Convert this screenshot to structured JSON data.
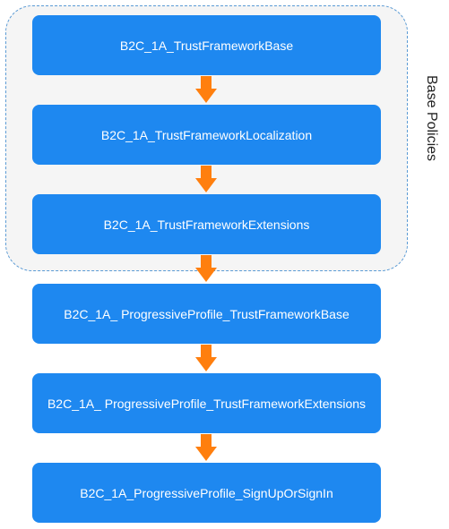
{
  "group": {
    "label": "Base Policies"
  },
  "nodes": [
    {
      "label": "B2C_1A_TrustFrameworkBase"
    },
    {
      "label": "B2C_1A_TrustFrameworkLocalization"
    },
    {
      "label": "B2C_1A_TrustFrameworkExtensions"
    },
    {
      "label": "B2C_1A_ ProgressiveProfile_TrustFrameworkBase"
    },
    {
      "label": "B2C_1A_ ProgressiveProfile_TrustFrameworkExtensions"
    },
    {
      "label": "B2C_1A_ProgressiveProfile_SignUpOrSignIn"
    }
  ],
  "colors": {
    "node_fill": "#1e88f0",
    "arrow": "#ff7f0e",
    "group_border": "#5b9bd5",
    "group_fill": "#f5f5f5"
  }
}
